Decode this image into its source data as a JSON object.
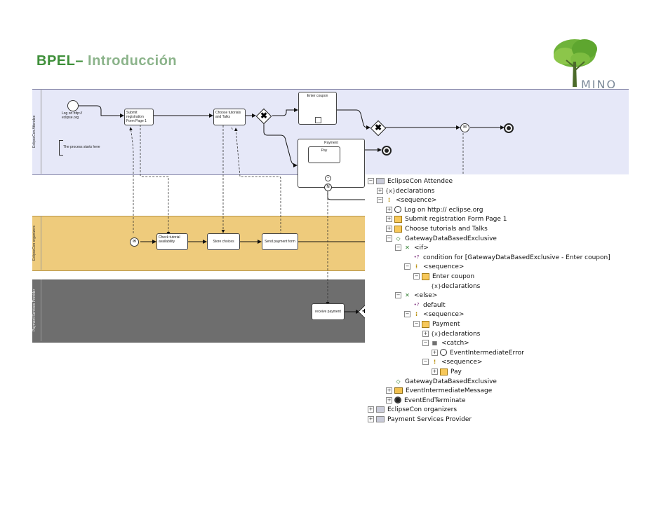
{
  "header": {
    "title_main": "BPEL",
    "title_sep": "–",
    "title_sub": " Introducción",
    "logo_text": "MINO"
  },
  "colors": {
    "title": "#3f8f3a",
    "lane_attendee": "#e6e8f8",
    "lane_organizers": "#eecb7c",
    "lane_provider": "#6e6e6e"
  },
  "lanes": {
    "attendee": "EclipseCon Attendee",
    "organizers": "EclipseCon organizers",
    "provider": "Payment Services Provider"
  },
  "diagram": {
    "start_label": "Log on http://\neclipse.org",
    "annotation": "The process starts here",
    "submit": "Submit\nregistration\nForm Page 1",
    "choose": "Choose tutorials\nand Talks",
    "enter_coupon": "Enter coupon",
    "payment": "Payment",
    "pay": "Pay",
    "check_tutorial": "Check tutorial\navailability",
    "store_choices": "Store choices",
    "send_payment_form": "Send payment form",
    "receive_payment": "receive payment"
  },
  "tree": [
    {
      "label": "EclipseCon Attendee",
      "icon": "lane-icon",
      "exp": "−",
      "depth": 0
    },
    {
      "label": "declarations",
      "icon": "declarations-icon",
      "exp": "+",
      "depth": 1
    },
    {
      "label": "<sequence>",
      "icon": "sequence-icon",
      "exp": "−",
      "depth": 1
    },
    {
      "label": "Log on http:// eclipse.org",
      "icon": "start-event-icon",
      "exp": "+",
      "depth": 2
    },
    {
      "label": "Submit registration Form Page 1",
      "icon": "task-icon",
      "exp": "+",
      "depth": 2
    },
    {
      "label": "Choose tutorials and Talks",
      "icon": "task-icon",
      "exp": "+",
      "depth": 2
    },
    {
      "label": "GatewayDataBasedExclusive",
      "icon": "gateway-icon",
      "exp": "−",
      "depth": 2
    },
    {
      "label": "<if>",
      "icon": "if-icon",
      "exp": "−",
      "depth": 3
    },
    {
      "label": "condition for [GatewayDataBasedExclusive - Enter coupon]",
      "icon": "condition-icon",
      "exp": "",
      "depth": 4
    },
    {
      "label": "<sequence>",
      "icon": "sequence-icon",
      "exp": "−",
      "depth": 4
    },
    {
      "label": "Enter coupon",
      "icon": "subprocess-icon",
      "exp": "−",
      "depth": 5
    },
    {
      "label": "declarations",
      "icon": "declarations-icon",
      "exp": "",
      "depth": 6
    },
    {
      "label": "<else>",
      "icon": "else-icon",
      "exp": "−",
      "depth": 3
    },
    {
      "label": "default",
      "icon": "condition-icon",
      "exp": "",
      "depth": 4
    },
    {
      "label": "<sequence>",
      "icon": "sequence-icon",
      "exp": "−",
      "depth": 4
    },
    {
      "label": "Payment",
      "icon": "subprocess-icon",
      "exp": "−",
      "depth": 5
    },
    {
      "label": "declarations",
      "icon": "declarations-icon",
      "exp": "+",
      "depth": 6
    },
    {
      "label": "<catch>",
      "icon": "catch-icon",
      "exp": "−",
      "depth": 6
    },
    {
      "label": "EventIntermediateError",
      "icon": "error-event-icon",
      "exp": "+",
      "depth": 7
    },
    {
      "label": "<sequence>",
      "icon": "sequence-icon",
      "exp": "−",
      "depth": 6
    },
    {
      "label": "Pay",
      "icon": "task-icon",
      "exp": "+",
      "depth": 7
    },
    {
      "label": "GatewayDataBasedExclusive",
      "icon": "gateway-icon",
      "exp": "",
      "depth": 2
    },
    {
      "label": "EventIntermediateMessage",
      "icon": "message-event-icon",
      "exp": "+",
      "depth": 2
    },
    {
      "label": "EventEndTerminate",
      "icon": "end-event-icon",
      "exp": "+",
      "depth": 2
    },
    {
      "label": "EclipseCon organizers",
      "icon": "lane-icon",
      "exp": "+",
      "depth": 0
    },
    {
      "label": "Payment Services Provider",
      "icon": "lane-icon",
      "exp": "+",
      "depth": 0
    }
  ]
}
